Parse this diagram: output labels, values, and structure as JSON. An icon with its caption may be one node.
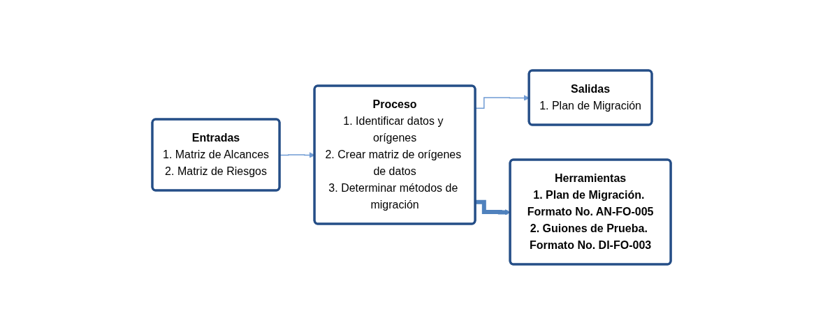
{
  "diagram": {
    "nodes": [
      {
        "text": [
          "Entradas",
          "1. Matriz de Alcances",
          "2. Matriz de Riesgos"
        ]
      },
      {
        "text": [
          "Proceso",
          "1. Identificar datos y orígenes",
          "2. Crear matriz de orígenes de datos",
          "3. Determinar métodos de migración"
        ]
      },
      {
        "text": [
          "Salidas",
          "1. Plan de Migración"
        ]
      },
      {
        "text": [
          "Herramientas",
          "1. Plan de Migración. Formato No. AN-FO-005",
          "2. Guiones de Prueba. Formato No. DI-FO-003"
        ]
      }
    ],
    "edges": [
      {
        "from": 0,
        "to": 1,
        "arrow": "to"
      },
      {
        "from": 1,
        "to": 2,
        "arrow": "to"
      },
      {
        "from": 1,
        "to": 3,
        "arrow": "to",
        "style": "thick",
        "color": "#4f81bd"
      }
    ]
  }
}
